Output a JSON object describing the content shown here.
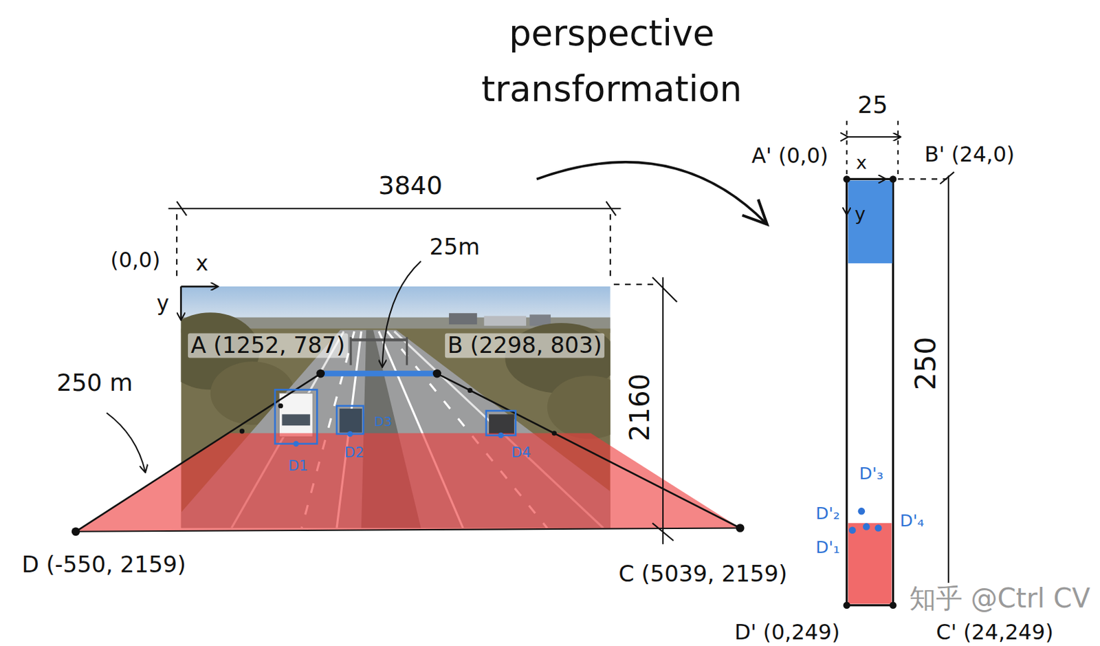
{
  "diagram": {
    "title": "perspective transformation",
    "labels": [
      "3840",
      "(0,0)",
      "x",
      "y",
      "25m",
      "250 m",
      "A (1252, 787)",
      "B (2298, 803)",
      "2160",
      "D1",
      "D2",
      "D3",
      "D4",
      "D (-550, 2159)",
      "C (5039, 2159)",
      "25",
      "A' (0,0)",
      "x",
      "B' (24,0)",
      "y",
      "250",
      "D'₃",
      "D'₂",
      "D'₄",
      "D'₁",
      "D' (0,249)",
      "C' (24,249)",
      "知乎 @Ctrl CV"
    ]
  }
}
